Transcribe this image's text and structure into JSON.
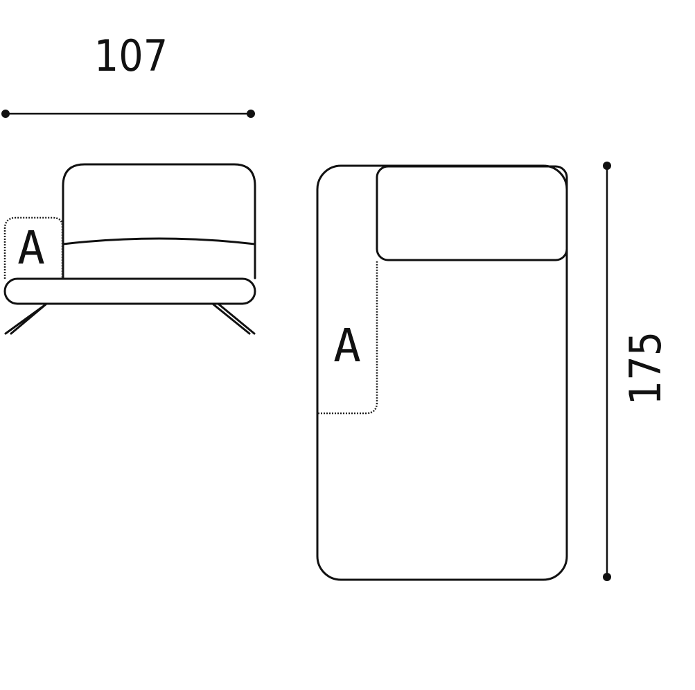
{
  "dimensions": {
    "width": "107",
    "depth": "175"
  },
  "labels": {
    "front_armrest": "A",
    "top_armrest": "A"
  },
  "colors": {
    "line": "#111111",
    "background": "#ffffff"
  }
}
